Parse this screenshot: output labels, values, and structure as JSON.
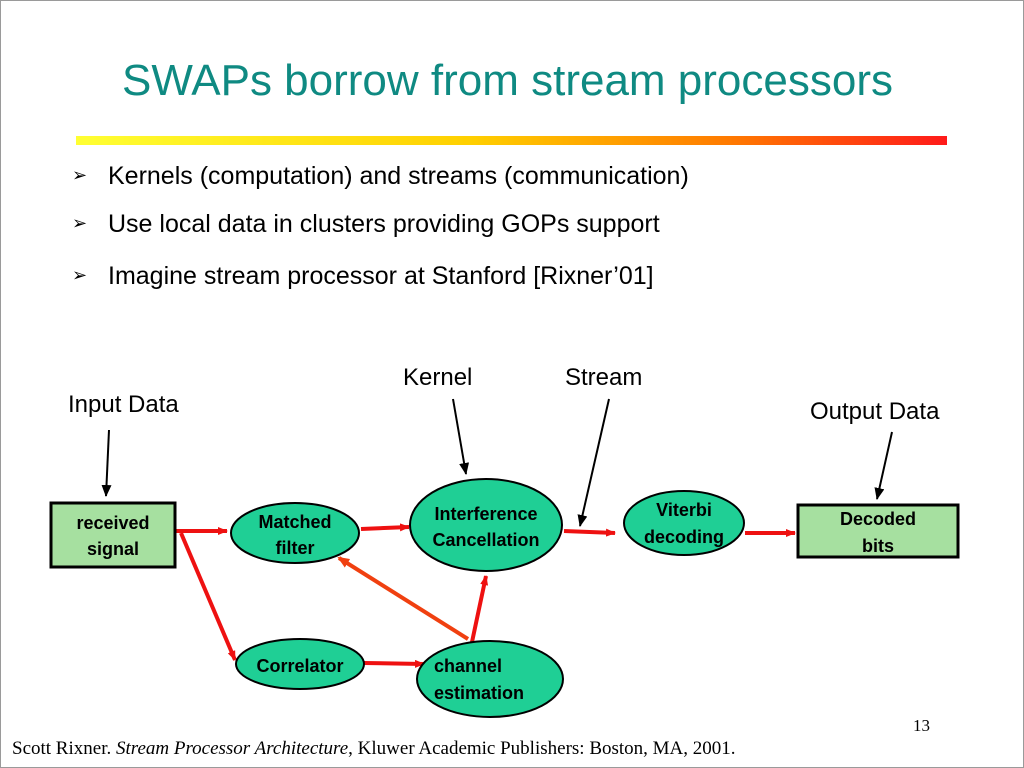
{
  "slide": {
    "title": "SWAPs borrow from stream processors",
    "bullets": [
      "Kernels (computation) and streams (communication)",
      "Use local data in clusters providing GOPs support",
      "Imagine stream processor at Stanford [Rixner’01]"
    ],
    "bullet_marker": "➢",
    "page_number": "13"
  },
  "diagram": {
    "labels": {
      "kernel": "Kernel",
      "stream": "Stream",
      "input_data": "Input Data",
      "output_data": "Output Data"
    },
    "nodes": {
      "received_signal": [
        "received",
        "signal"
      ],
      "matched_filter": [
        "Matched",
        "filter"
      ],
      "interference_cancellation": [
        "Interference",
        "Cancellation"
      ],
      "viterbi_decoding": [
        "Viterbi",
        "decoding"
      ],
      "decoded_bits": [
        "Decoded",
        "bits"
      ],
      "correlator": [
        "Correlator"
      ],
      "channel_estimation": [
        "channel",
        "estimation"
      ]
    },
    "colors": {
      "kernel_fill": "#1fcf95",
      "data_fill": "#a6e0a0",
      "stream_arrow": "#ee1111",
      "feedback_arrow": "#f04010"
    }
  },
  "footer": {
    "author": "Scott Rixner. ",
    "book": "Stream Processor Architecture",
    "publisher": ", Kluwer Academic Publishers: Boston, MA, 2001."
  }
}
